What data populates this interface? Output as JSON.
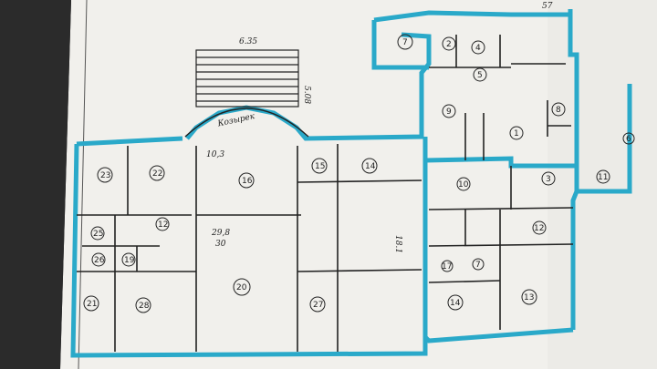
{
  "photo": {
    "description_free": true,
    "wall_color": "#2aa9c9",
    "paper_color": "#f1f0ec",
    "ink_color": "#1e1e1e",
    "background_color": "#2b2b2b"
  },
  "plan": {
    "top_dimension": "6.35",
    "top_right_mark": "57",
    "porch_label": "Козырек",
    "stair_side_mark": "5.08",
    "hall_mark": "10,3",
    "area_mark": "29,8",
    "area_sub_mark": "30",
    "corridor_mark": "18.1",
    "rooms_left": [
      "23",
      "22",
      "25",
      "26",
      "12",
      "19",
      "21",
      "28",
      "16",
      "20",
      "15",
      "14",
      "27"
    ],
    "rooms_right": [
      "7",
      "2",
      "4",
      "5",
      "9",
      "1",
      "8",
      "3",
      "11",
      "10",
      "12",
      "13",
      "7",
      "6",
      "14",
      "17"
    ]
  }
}
